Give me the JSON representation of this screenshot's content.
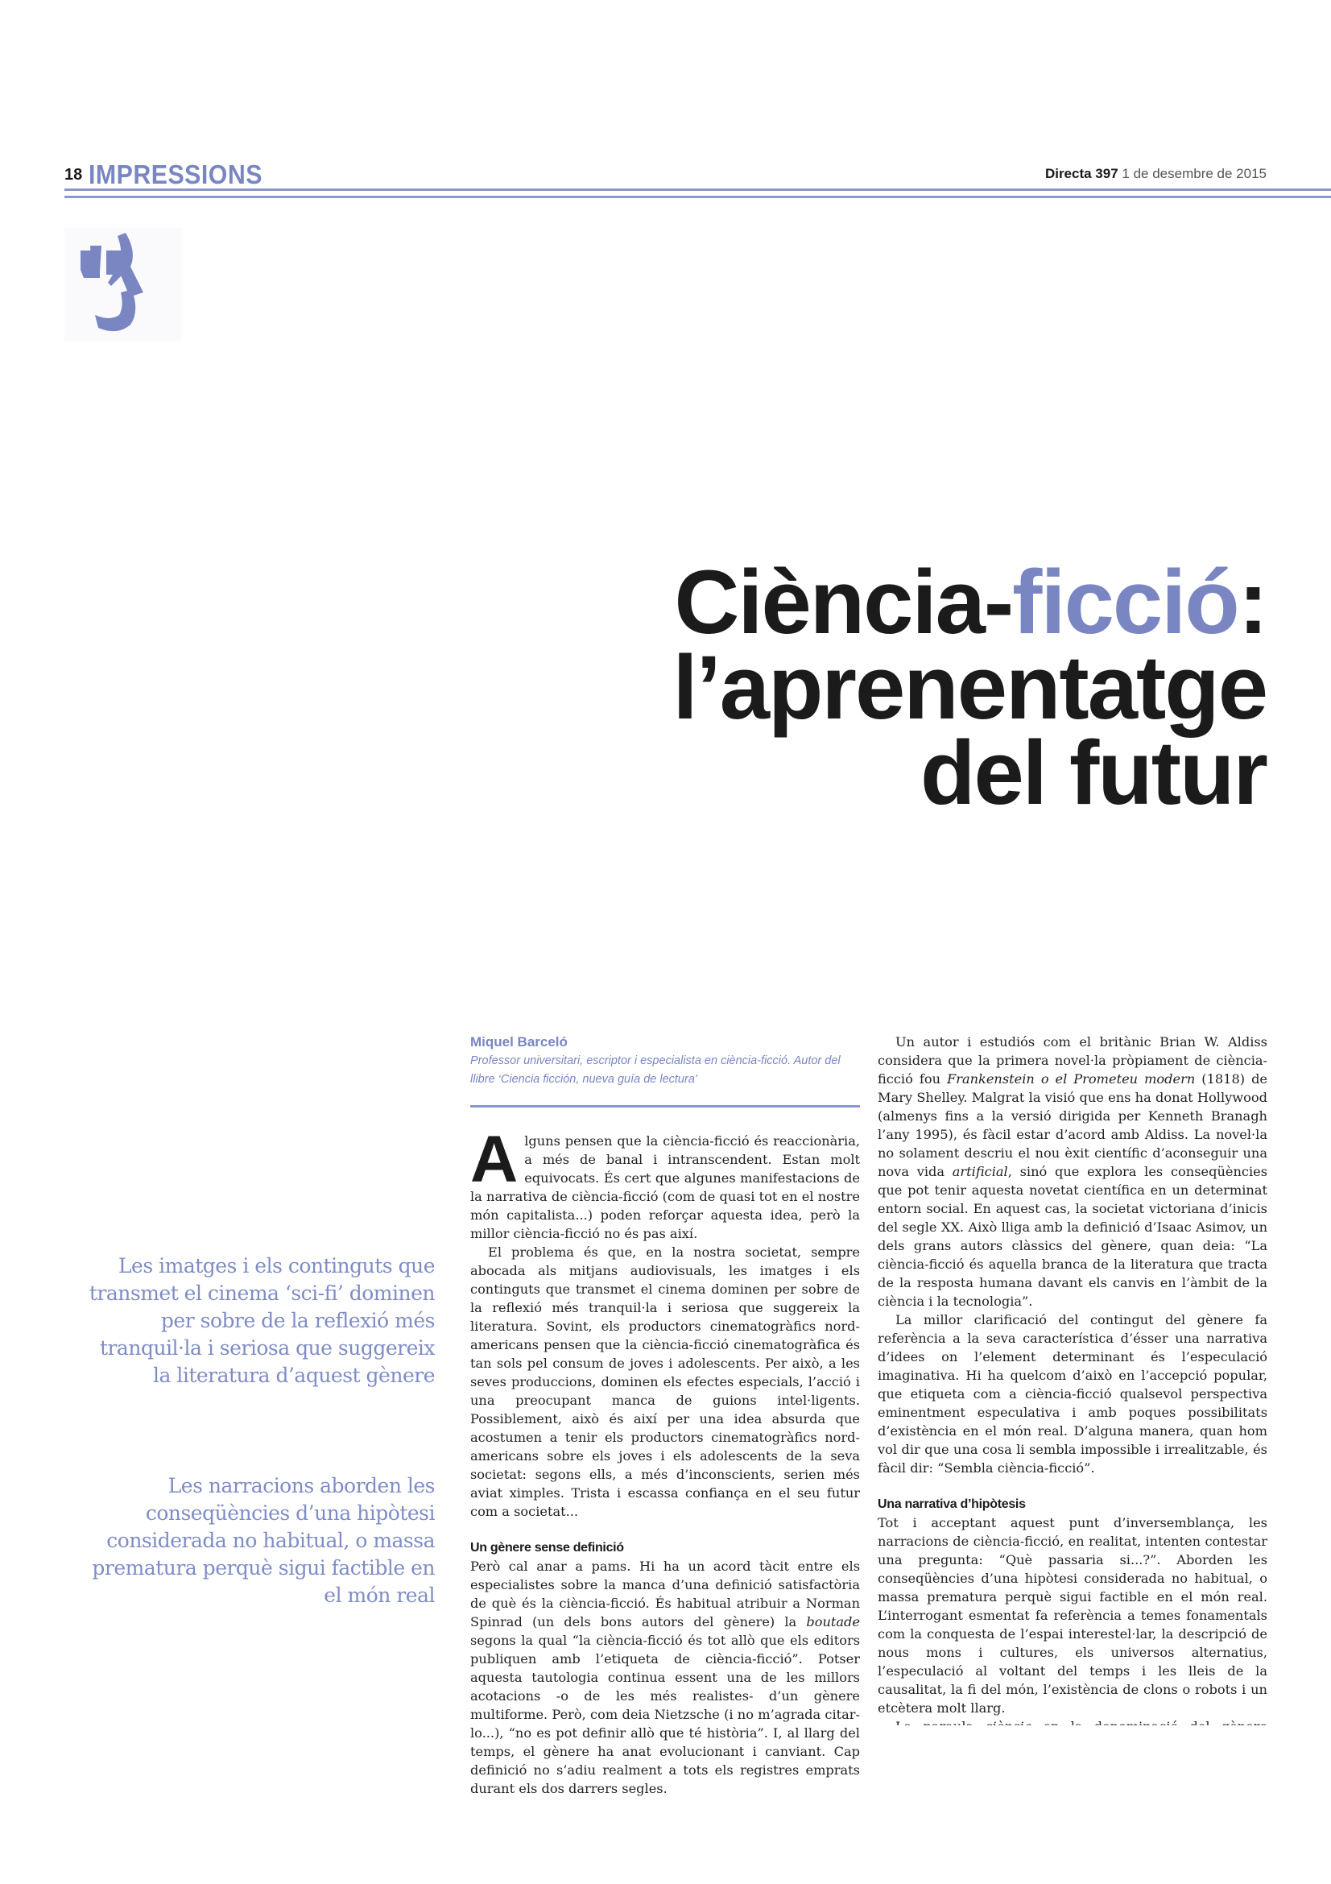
{
  "header": {
    "page_number": "18",
    "section": "IMPRESSIONS",
    "publication": "Directa 397",
    "date": "1 de desembre de 2015"
  },
  "colors": {
    "accent": "#7986c2"
  },
  "logo": {
    "icon": "quote-head-icon"
  },
  "title": {
    "part1": "Ciència-",
    "part2": "ficció",
    "part3": ":",
    "line2": "l’aprenentatge",
    "line3": "del futur"
  },
  "pull_quotes": [
    "Les imatges i els continguts que transmet el cinema ‘sci-fi’ dominen per sobre de la reflexió més tranquil·la i seriosa que suggereix la literatura d’aquest gènere",
    "Les narracions aborden les conseqüències d’una hipòtesi considerada no habitual, o massa prematura perquè sigui factible en el món real"
  ],
  "byline": {
    "author": "Miquel Barceló",
    "bio": "Professor universitari, escriptor i especialista en ciència-ficció. Autor  del llibre ‘Ciencia ficción, nueva guía de lectura’"
  },
  "article": {
    "drop_cap": "A",
    "p1": "lguns pensen que la ciència-ficció és reaccionària, a més de banal i intranscendent. Estan molt equivocats. És cert que algunes manifestacions de la narrativa de ciència-ficció (com de quasi tot en el nostre món capitalista...) poden reforçar aquesta idea, però la millor ciència-ficció no és pas així.",
    "p2": "El problema és que, en la nostra societat, sempre abocada als mitjans audiovisuals, les imatges i els continguts que transmet el cinema dominen per sobre de la reflexió més tranquil·la i seriosa que suggereix la literatura. Sovint, els productors cinematogràfics nord-americans pensen que la ciència-ficció cinematogràfica és tan sols pel consum de joves i adolescents. Per això, a les seves produccions, dominen els efectes especials, l’acció i una preocupant manca de guions intel·ligents. Possiblement, això és així per una idea absurda que acostumen a tenir els productors cinematogràfics nord-americans sobre els joves i els adolescents de la seva societat: segons ells, a més d’inconscients, serien més aviat ximples. Trista i escassa confiança en el seu futur com a societat...",
    "h1": "Un gènere sense definició",
    "p3a": "Però cal anar a pams. Hi ha un acord tàcit entre els especialistes sobre la manca d’una definició satisfactòria de què és la ciència-ficció. És habitual atribuir a Norman Spinrad (un dels bons autors del gènere) la ",
    "p3_em": "boutade",
    "p3b": " segons la qual “la ciència-ficció és tot allò que els editors publiquen amb l’etiqueta de ciència-ficció”. Potser aquesta tautologia continua essent una de les millors acotacions -o de les més realistes- d’un gènere multiforme. Però, com deia Nietzsche (i no m’agrada citar-lo...), “no es pot definir allò que té història”. I, al llarg del temps, el gènere ha anat evolucionant i canviant. Cap definició no s’adiu realment a tots els registres emprats durant els dos darrers segles.",
    "p4a": "Un autor i estudiós com el britànic Brian W. Aldiss considera que la primera novel·la pròpiament de ciència-ficció fou ",
    "p4_em1": "Frankenstein o el Prometeu modern",
    "p4b": " (1818) de Mary Shelley. Malgrat la visió que ens ha donat Hollywood (almenys fins a la versió dirigida per Kenneth Branagh l’any 1995), és fàcil estar d’acord amb Aldiss. La novel·la no solament descriu el nou èxit científic d’aconseguir una nova vida ",
    "p4_em2": "artificial",
    "p4c": ", sinó que explora les conseqüències que pot tenir aquesta novetat científica en un determinat entorn social. En aquest cas, la societat victoriana d’inicis del segle XX. Això lliga amb la definició d’Isaac Asimov, un dels grans autors clàssics del gènere, quan deia: “La ciència-ficció és aquella branca de la literatura que tracta de la resposta humana davant els canvis en l’àmbit de la ciència i la tecnologia”.",
    "p5": "La millor clarificació del contingut del gènere fa referència a la seva característica d’ésser una narrativa d’idees on l’element determinant és l’especulació imaginativa. Hi ha quelcom d’això en l’accepció popular, que etiqueta com a ciència-ficció qualsevol perspectiva eminentment especulativa i amb poques possibilitats d’existència en el món real. D’alguna manera, quan hom vol dir que una cosa li sembla impossible i irrealitzable, és fàcil dir: “Sembla ciència-ficció”.",
    "h2": "Una narrativa d’hipòtesis",
    "p6": "Tot i acceptant aquest punt d’inversemblança, les narracions de ciència-ficció, en realitat, intenten contestar una pregunta: “Què passaria si...?”. Aborden les conseqüències d’una hipòtesi considerada no habitual, o massa prematura perquè sigui factible en el món real. L’interrogant esmentat fa referència a temes fonamentals com la conquesta de l’espai interestel·lar, la descripció de nous mons i cultures, els universos alternatius, l’especulació al voltant del temps i les lleis de la causalitat, la fi del món, l’existència de clons o robots i un etcètera molt llarg.",
    "p7a": "La paraula ",
    "p7_em": "ciència",
    "p7b": " en la denominació del gènere reflecteix l’interès inicial per analitzar les conseqüències que produeixen o produiran els canvis i els descobriments científics i tecnològics"
  }
}
